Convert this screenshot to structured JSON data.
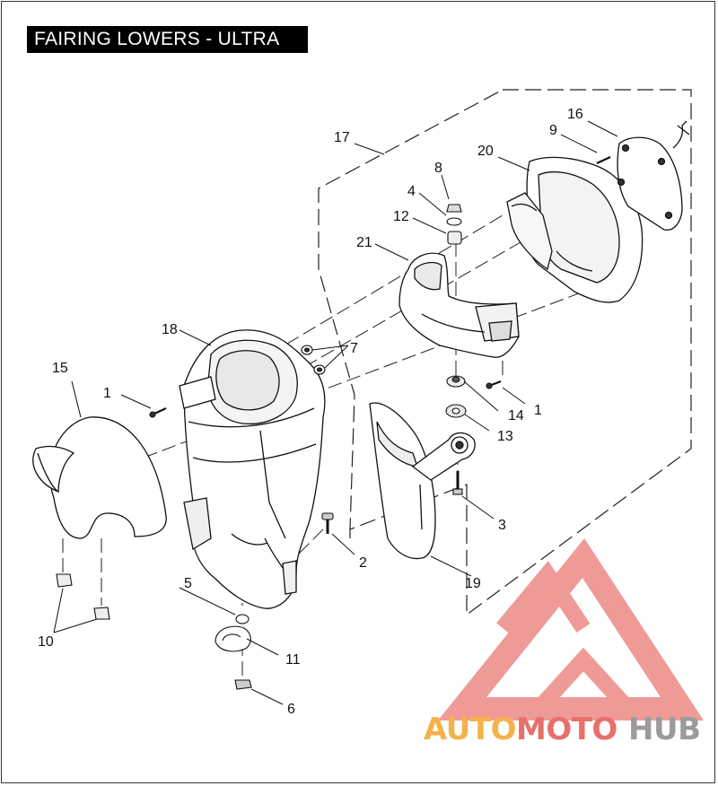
{
  "title": "FAIRING LOWERS - ULTRA",
  "callouts": {
    "c1a": "1",
    "c1b": "1",
    "c2": "2",
    "c3": "3",
    "c4": "4",
    "c5": "5",
    "c6": "6",
    "c7": "7",
    "c8": "8",
    "c9": "9",
    "c10": "10",
    "c11": "11",
    "c12": "12",
    "c13": "13",
    "c14": "14",
    "c15": "15",
    "c16": "16",
    "c17": "17",
    "c18": "18",
    "c19": "19",
    "c20": "20",
    "c21": "21"
  },
  "watermark": {
    "part1": "AUTO",
    "part2": "MOTO",
    "part3": "HUB",
    "color_orange": "#f5b24a",
    "color_red": "#e8706a",
    "color_gray": "#9b9b9b"
  }
}
